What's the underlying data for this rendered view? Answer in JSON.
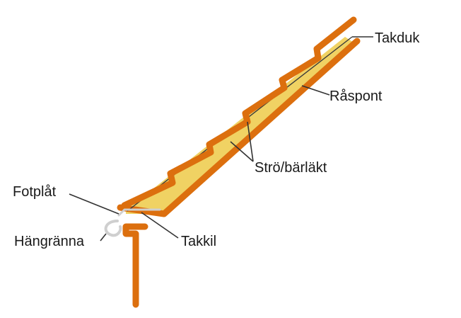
{
  "diagram": {
    "labels": {
      "takduk": "Takduk",
      "raspont": "Råspont",
      "strolakt": "Strö/bärläkt",
      "fotplat": "Fotplåt",
      "hangranna": "Hängränna",
      "takkil": "Takkil"
    },
    "colors": {
      "tile": "#dc6f0e",
      "batten": "#f0d263",
      "underlay_line": "#3a3a3a",
      "gutter": "#cfcfcf",
      "leader": "#333333",
      "text": "#1a1a1a"
    }
  }
}
